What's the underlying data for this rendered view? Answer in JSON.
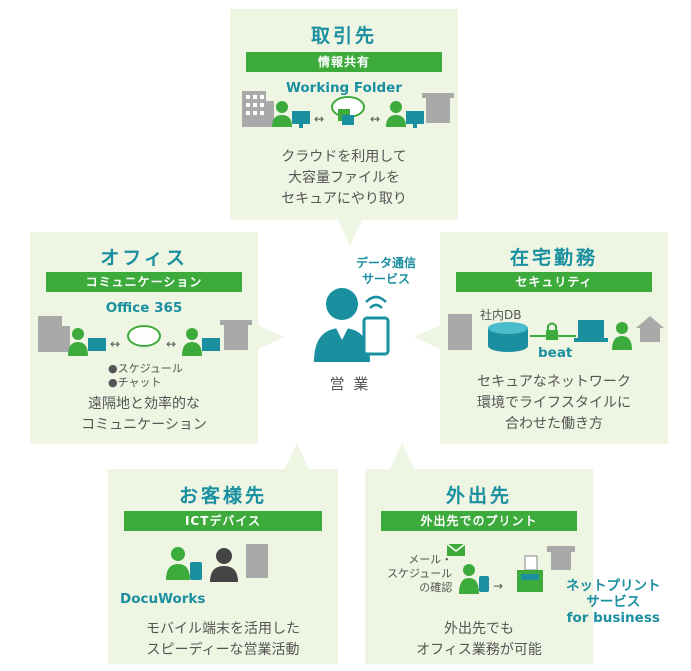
{
  "panels": {
    "torihikisaki": {
      "title": "取引先",
      "band": "情報共有",
      "service": "Working Folder",
      "desc": [
        "クラウドを利用して",
        "大容量ファイルを",
        "セキュアにやり取り"
      ]
    },
    "office": {
      "title": "オフィス",
      "band": "コミュニケーション",
      "service": "Office 365",
      "notes": [
        "●スケジュール",
        "●チャット"
      ],
      "desc": [
        "遠隔地と効率的な",
        "コミュニケーション"
      ]
    },
    "zaitaku": {
      "title": "在宅勤務",
      "band": "セキュリティ",
      "db_label": "社内DB",
      "service": "beat",
      "desc": [
        "セキュアなネットワーク",
        "環境でライフスタイルに",
        "合わせた働き方"
      ]
    },
    "okyakusama": {
      "title": "お客様先",
      "band": "ICTデバイス",
      "service": "DocuWorks",
      "desc": [
        "モバイル端末を活用した",
        "スピーディーな営業活動"
      ]
    },
    "gaishutsu": {
      "title": "外出先",
      "band": "外出先でのプリント",
      "mail_note": [
        "メール・",
        "スケジュール",
        "の確認"
      ],
      "service": [
        "ネットプリント",
        "サービス",
        "for business"
      ],
      "desc": [
        "外出先でも",
        "オフィス業務が可能"
      ]
    }
  },
  "center": {
    "label": "営 業",
    "data_service": [
      "データ通信",
      "サービス"
    ]
  },
  "colors": {
    "teal": "#1a8fa0",
    "green": "#3cab3c",
    "panel": "#eef5e3",
    "gray": "#a9a9a9"
  }
}
